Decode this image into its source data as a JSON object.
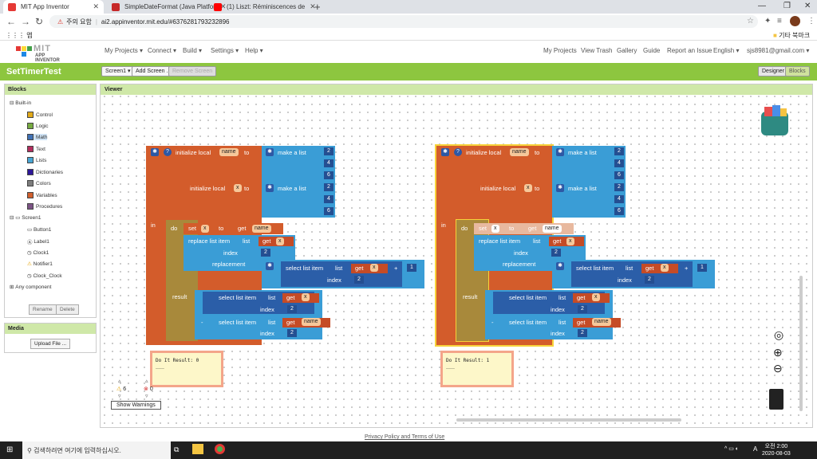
{
  "browser": {
    "tabs": [
      {
        "title": "MIT App Inventor",
        "color": "#e53935"
      },
      {
        "title": "SimpleDateFormat (Java Platfor",
        "color": "#c62828"
      },
      {
        "title": "(1) Liszt: Réminiscences de",
        "color": "#ff0000"
      }
    ],
    "address_warning": "주의 요함",
    "url": "ai2.appinventor.mit.edu/#6376281793232896",
    "bookmarks_apps": "앱",
    "bookmarks_other": "기타 북마크"
  },
  "header": {
    "logo_title": "MIT",
    "logo_sub": "APP INVENTOR",
    "menus_left": [
      "My Projects ▾",
      "Connect ▾",
      "Build ▾",
      "Settings ▾",
      "Help ▾"
    ],
    "menus_right": [
      "My Projects",
      "View Trash",
      "Gallery",
      "Guide",
      "Report an Issue",
      "English ▾",
      "sjs8981@gmail.com ▾"
    ]
  },
  "project": {
    "title": "SetTimerTest",
    "screen_select": "Screen1 ▾",
    "add_screen": "Add Screen ...",
    "remove_screen": "Remove Screen",
    "designer": "Designer",
    "blocks": "Blocks"
  },
  "blocks_panel": {
    "title": "Blocks",
    "builtin": "Built-in",
    "builtin_items": [
      {
        "label": "Control",
        "color": "#e1a91a"
      },
      {
        "label": "Logic",
        "color": "#77ab41"
      },
      {
        "label": "Math",
        "color": "#3f71b5"
      },
      {
        "label": "Text",
        "color": "#b32d5e"
      },
      {
        "label": "Lists",
        "color": "#49a6d4"
      },
      {
        "label": "Dictionaries",
        "color": "#2d1799"
      },
      {
        "label": "Colors",
        "color": "#7d7d7d"
      },
      {
        "label": "Variables",
        "color": "#d05f2d"
      },
      {
        "label": "Procedures",
        "color": "#7c5385"
      }
    ],
    "screen": "Screen1",
    "components": [
      "Button1",
      "Label1",
      "Clock1",
      "Notifier1",
      "Clock_Clock"
    ],
    "any_component": "Any component",
    "rename": "Rename",
    "delete": "Delete"
  },
  "media_panel": {
    "title": "Media",
    "upload": "Upload File ..."
  },
  "viewer": {
    "title": "Viewer",
    "blocks_text": {
      "init_local": "initialize local",
      "to": "to",
      "make_a_list": "make a list",
      "in": "in",
      "do": "do",
      "set": "set",
      "get": "get",
      "replace_list_item": "replace list item",
      "list": "list",
      "index": "index",
      "replacement": "replacement",
      "select_list_item": "select list item",
      "result": "result",
      "plus": "+",
      "minus": "-"
    },
    "var_name": "name",
    "var_x": "x",
    "numbers_name": [
      "2",
      "4",
      "6"
    ],
    "numbers_x": [
      "2",
      "4",
      "6"
    ],
    "idx_two": "2",
    "one": "1",
    "left_comment": "Do It Result: 0",
    "right_comment": "Do It Result: 1",
    "comment_dash": "___",
    "warnings_count": "6",
    "errors_count": "0",
    "show_warnings": "Show Warnings"
  },
  "footer": {
    "privacy": "Privacy Policy and Terms of Use"
  },
  "taskbar": {
    "search": "검색하려면 여기에 입력하십시오.",
    "time": "오전 2:00",
    "date": "2020-08-03",
    "lang": "A"
  }
}
